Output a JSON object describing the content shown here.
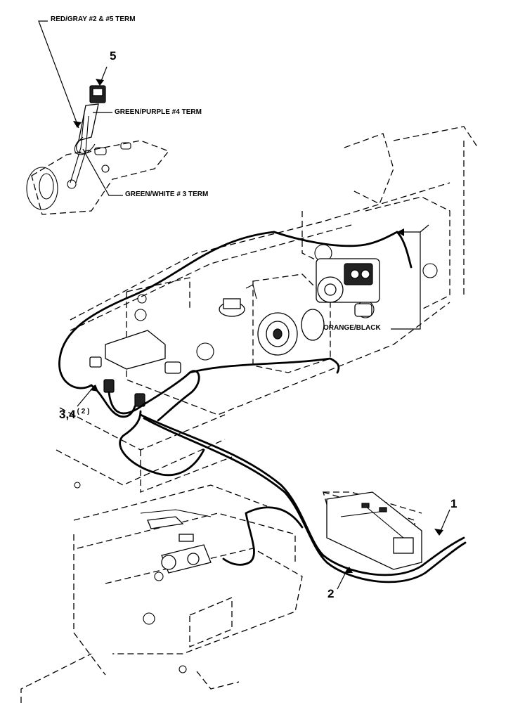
{
  "labels": {
    "red_gray": "RED/GRAY #2 & #5 TERM",
    "green_purple": "GREEN/PURPLE #4 TERM",
    "green_white": "GREEN/WHITE # 3 TERM",
    "orange_black": "ORANGE/BLACK",
    "item_5": "5",
    "item_1": "1",
    "item_2": "2",
    "item_34": "3,4",
    "item_34_qty": "( 2 )"
  }
}
